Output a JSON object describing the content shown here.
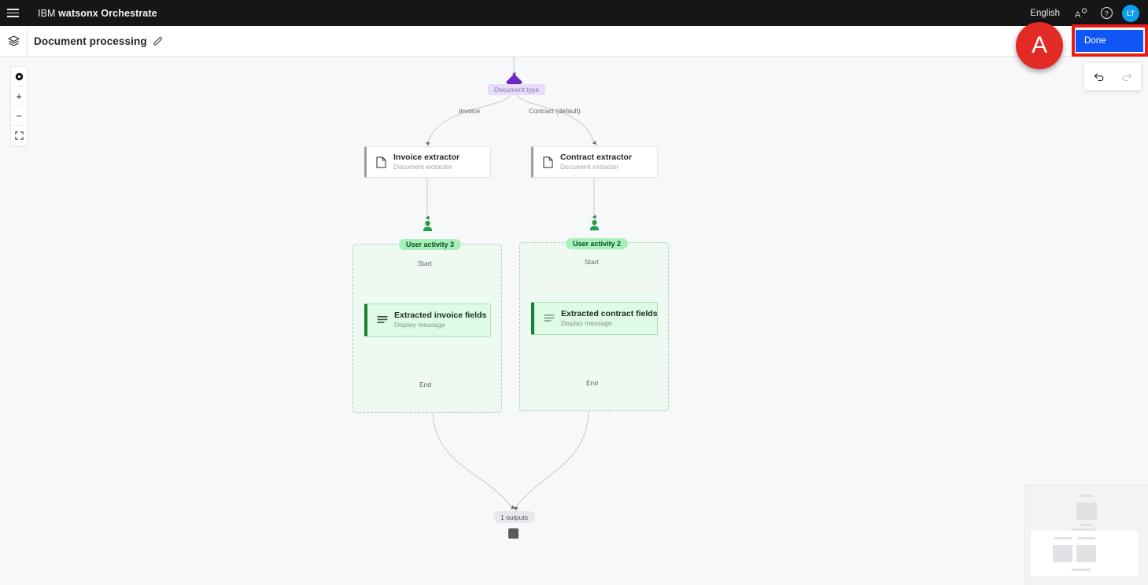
{
  "topnav": {
    "menu_icon": "hamburger-menu-icon",
    "brand_prefix": "IBM ",
    "brand_name": "watsonx Orchestrate",
    "language": "English",
    "translate_icon": "translate-icon",
    "help_icon": "help-circle-icon",
    "avatar_initials": "LT",
    "bg_color": "#161616"
  },
  "subheader": {
    "layers_icon": "layers-icon",
    "title": "Document processing",
    "edit_icon": "pencil-edit-icon"
  },
  "toolbar": {
    "fit_label": "◉",
    "zoom_in_label": "+",
    "zoom_out_label": "−",
    "fullscreen_icon": "fullscreen-icon"
  },
  "actions": {
    "done_label": "Done",
    "done_color": "#0f56f5",
    "undo_icon": "undo-arrow-icon",
    "redo_icon": "redo-arrow-icon"
  },
  "annotation": {
    "badge_letter": "A",
    "badge_color": "#e32b25",
    "box_color": "#e81b16"
  },
  "flow": {
    "decision": {
      "label": "Document type",
      "color": "#6929c4",
      "branches": [
        {
          "label": "Invoice"
        },
        {
          "label": "Contract (default)"
        }
      ]
    },
    "extractors": [
      {
        "title": "Invoice extractor",
        "subtitle": "Document extractor",
        "icon": "document-icon"
      },
      {
        "title": "Contract extractor",
        "subtitle": "Document extractor",
        "icon": "document-icon"
      }
    ],
    "user_activities": [
      {
        "chip": "User activity 3",
        "start_label": "Start",
        "end_label": "End",
        "person_icon": "user-person-icon",
        "step": {
          "title": "Extracted invoice fields",
          "subtitle": "Display message",
          "icon": "list-lines-icon"
        }
      },
      {
        "chip": "User activity 2",
        "start_label": "Start",
        "end_label": "End",
        "person_icon": "user-person-icon",
        "step": {
          "title": "Extracted contract fields",
          "subtitle": "Display message",
          "icon": "list-lines-icon"
        }
      }
    ],
    "outputs_chip": "1 outputs",
    "end_node": "end-square-node"
  }
}
